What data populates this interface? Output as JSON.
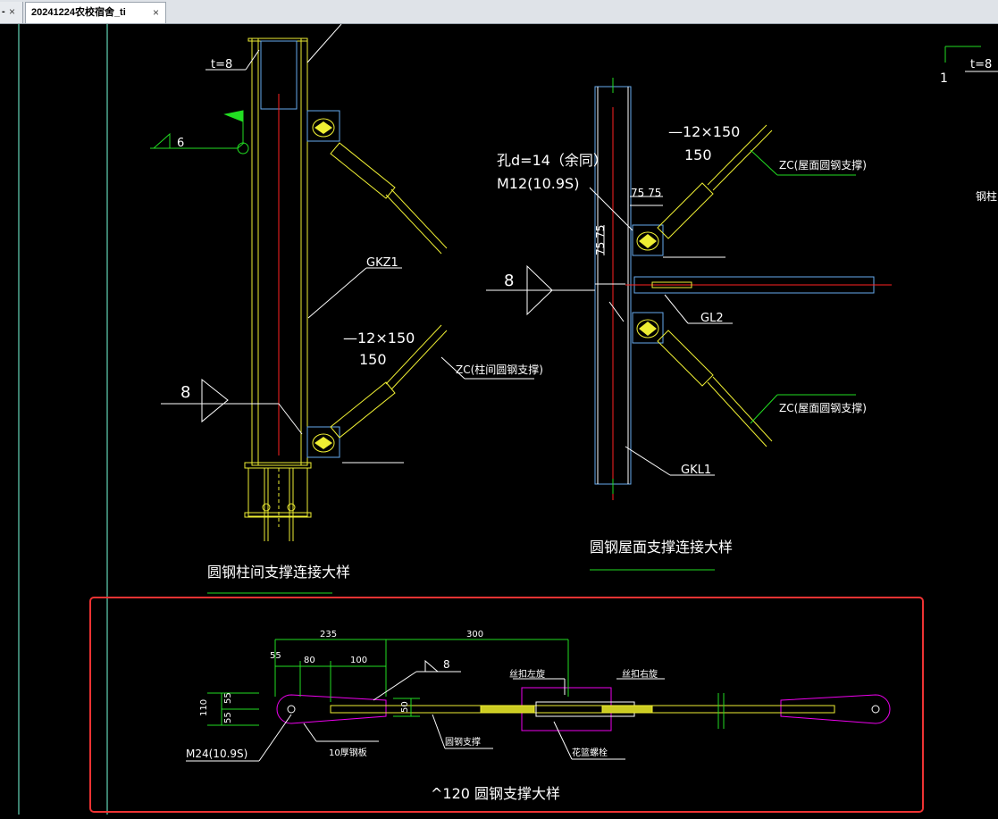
{
  "tabs": [
    {
      "label": "-",
      "close": "×"
    },
    {
      "label": "20241224农校宿舍_ti",
      "close": "×"
    }
  ],
  "detail_left": {
    "plate_label": "t=8",
    "weld_left": "6",
    "column_label": "GKZ1",
    "plate_size": "—12×150",
    "plate_width": "150",
    "brace_label": "ZC(柱间圆钢支撑)",
    "weld_size": "8",
    "title": "圆钢柱间支撑连接大样"
  },
  "detail_mid": {
    "hole_label": "孔d=14（余同）",
    "bolt_label": "M12(10.9S)",
    "plate_size": "—12×150",
    "plate_width": "150",
    "brace_label_top": "ZC(屋面圆钢支撑)",
    "brace_label_bottom": "ZC(屋面圆钢支撑)",
    "dim_h": "75  75",
    "dim_v": "75 75",
    "weld_size": "8",
    "beam_label": "GL2",
    "beam_label_2": "GKL1",
    "title": "圆钢屋面支撑连接大样"
  },
  "detail_right": {
    "plate_label": "t=8",
    "number": "1",
    "column_text": "钢柱"
  },
  "detail_bottom": {
    "dim_235": "235",
    "dim_300": "300",
    "dim_55": "55",
    "dim_80": "80",
    "dim_100": "100",
    "weld_size": "8",
    "dim_110": "110",
    "dim_55a": "55",
    "dim_55b": "55",
    "dim_50": "50",
    "thread_left": "丝扣左旋",
    "thread_right": "丝扣右旋",
    "bolt_label": "M24(10.9S)",
    "plate_label": "10厚钢板",
    "rod_label": "圆钢支撑",
    "turnbuckle_label": "花篮螺栓",
    "title": "^120 圆钢支撑大样"
  }
}
